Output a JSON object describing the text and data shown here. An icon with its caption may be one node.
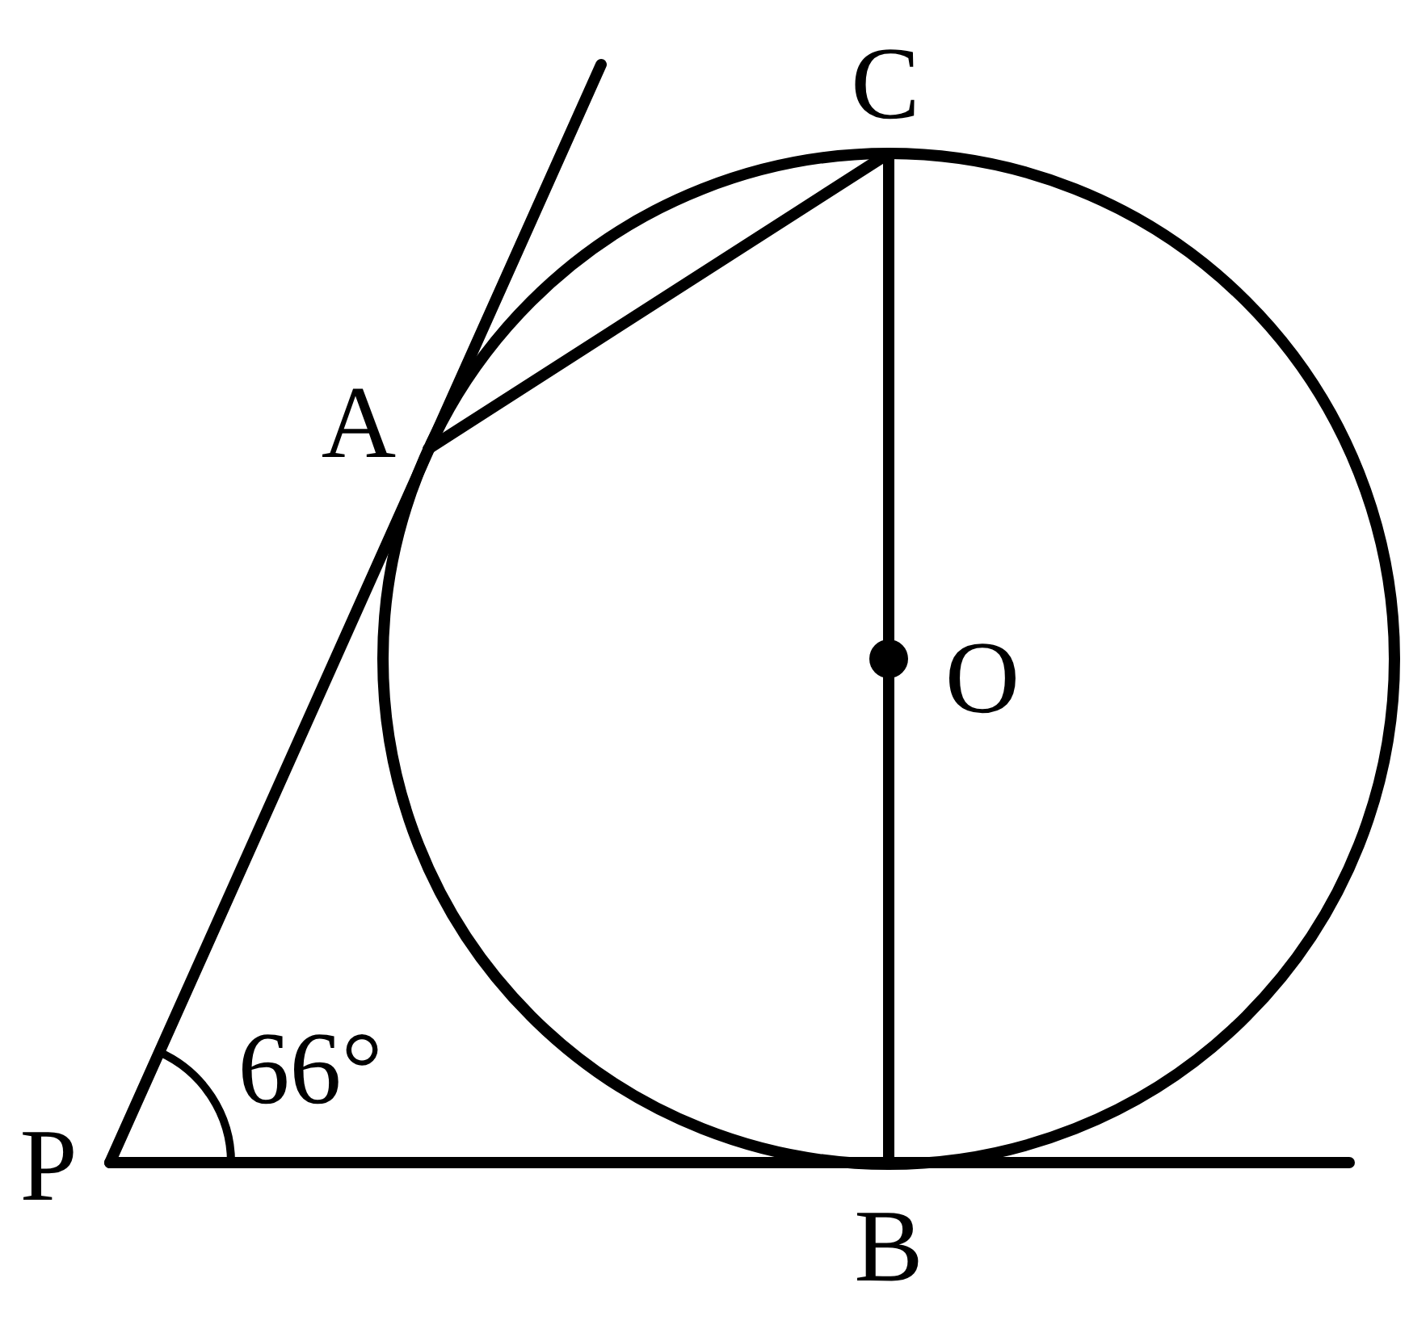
{
  "diagram": {
    "labels": [
      "C",
      "A",
      "O",
      "66°",
      "P",
      "B"
    ]
  }
}
